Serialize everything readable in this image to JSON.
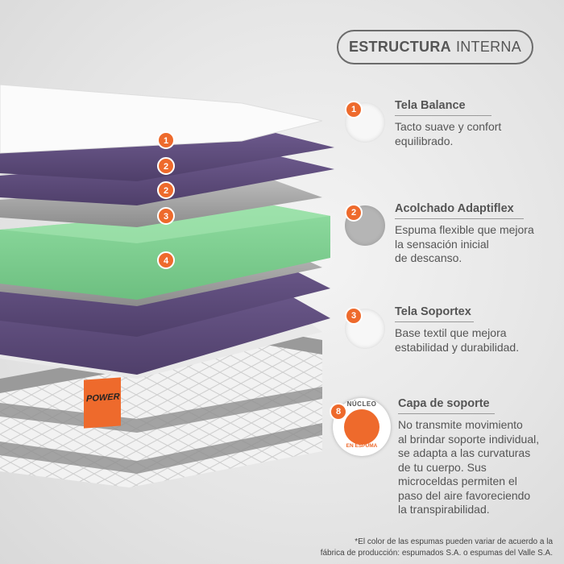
{
  "header": {
    "title_bold": "ESTRUCTURA",
    "title_light": "INTERNA"
  },
  "layers": {
    "markers": [
      "1",
      "2",
      "2",
      "3",
      "4"
    ]
  },
  "product_label": {
    "brand": "POWER"
  },
  "features": [
    {
      "number": "1",
      "title": "Tela Balance",
      "description": [
        "Tacto suave y confort",
        "equilibrado."
      ]
    },
    {
      "number": "2",
      "title": "Acolchado Adaptiflex",
      "description": [
        "Espuma flexible que mejora",
        "la sensación inicial",
        "de descanso."
      ]
    },
    {
      "number": "3",
      "title": "Tela Soportex",
      "description": [
        "Base textil que mejora",
        "estabilidad y durabilidad."
      ]
    },
    {
      "number": "8",
      "title": "Capa de soporte",
      "description": [
        "No transmite movimiento",
        "al brindar soporte individual,",
        "se adapta a las curvaturas",
        "de tu cuerpo. Sus",
        "microceldas permiten el",
        "paso del aire favoreciendo",
        "la transpirabilidad."
      ]
    }
  ],
  "badge": {
    "top_text": "NÚCLEO",
    "bottom_text": "EN ESPUMA"
  },
  "footnote": [
    "*El color de las espumas pueden variar de acuerdo a la",
    "fábrica de producción: espumados S.A. o espumas del Valle S.A."
  ],
  "colors": {
    "accent": "#ee6a2c",
    "purple": "#5a4777",
    "green": "#7fcf8f"
  }
}
